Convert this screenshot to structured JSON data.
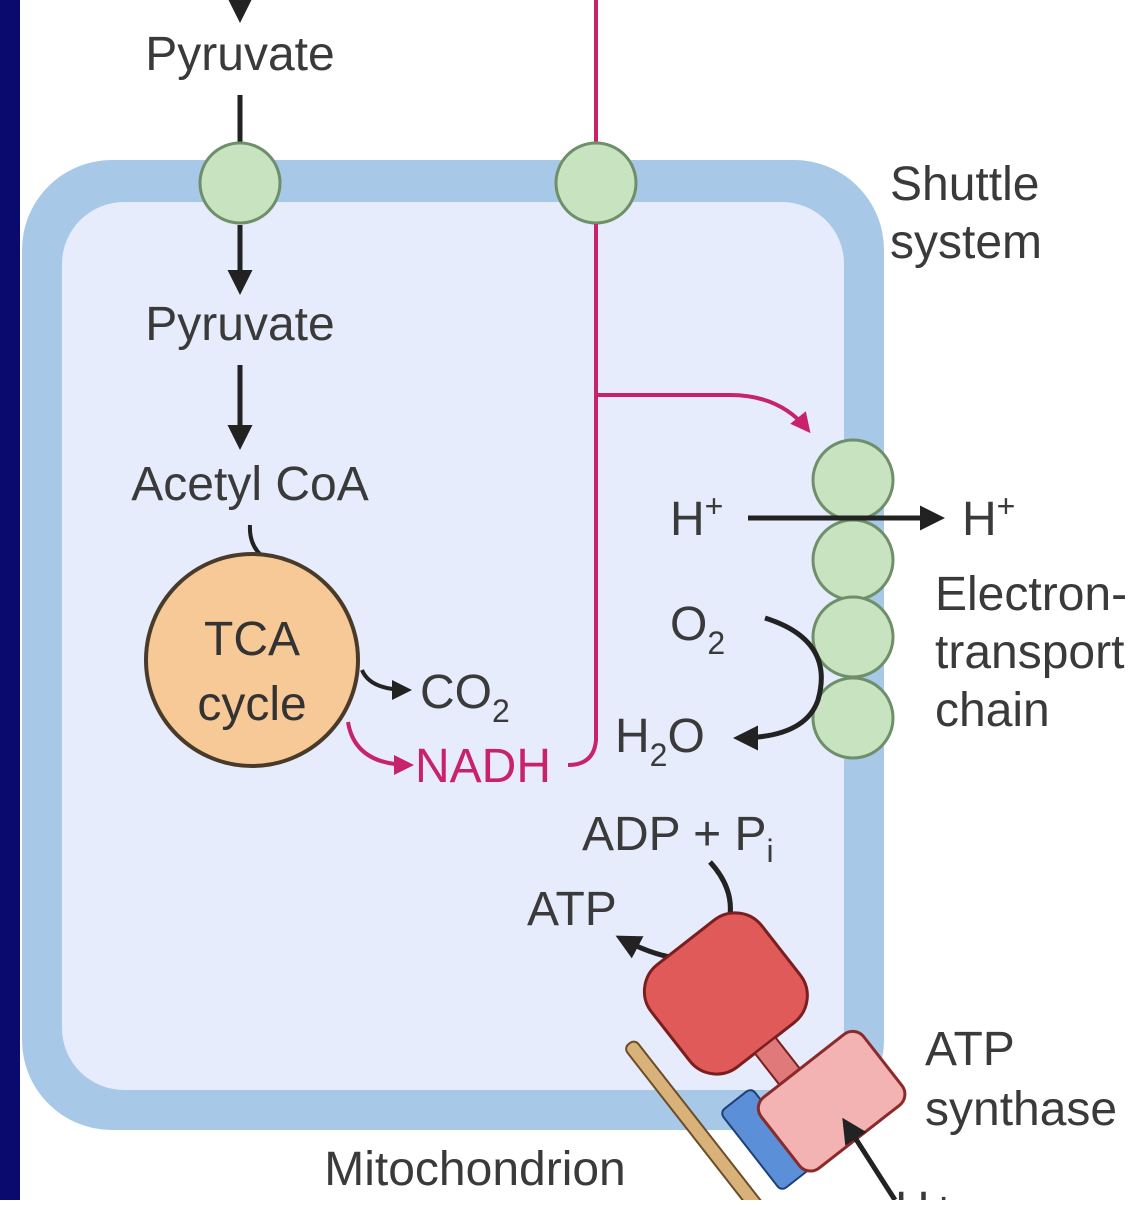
{
  "labels": {
    "pyruvate_cytosol": "Pyruvate",
    "pyruvate_matrix": "Pyruvate",
    "acetyl_coa": "Acetyl CoA",
    "tca_line1": "TCA",
    "tca_line2": "cycle",
    "co2": "CO",
    "co2_sub": "2",
    "nadh": "NADH",
    "shuttle_line1": "Shuttle",
    "shuttle_line2": "system",
    "h_plus_left": "H",
    "h_plus_left_sup": "+",
    "h_plus_right": "H",
    "h_plus_right_sup": "+",
    "o2": "O",
    "o2_sub": "2",
    "h2o_h": "H",
    "h2o_sub": "2",
    "h2o_o": "O",
    "etc_line1": "Electron-",
    "etc_line2": "transport",
    "etc_line3": "chain",
    "adp": "ADP + P",
    "adp_sub": "i",
    "atp": "ATP",
    "atp_synthase_line1": "ATP",
    "atp_synthase_line2": "synthase",
    "mitochondrion": "Mitochondrion",
    "h_bottom": "H+"
  },
  "colors": {
    "outer_membrane": "#a8c8e8",
    "matrix": "#e6ecfb",
    "transporter": "#c8e3c0",
    "transporter_stroke": "#6f8f6a",
    "tca_fill": "#f6c997",
    "tca_stroke": "#4a3a2a",
    "nadh_path": "#c8236a",
    "arrow": "#222222",
    "synthase_head": "#e05a5a",
    "synthase_base": "#f3b3b3",
    "stator_blue": "#5b8fd8",
    "stator_tan": "#d9b27a",
    "left_edge": "#0a0a6e"
  }
}
